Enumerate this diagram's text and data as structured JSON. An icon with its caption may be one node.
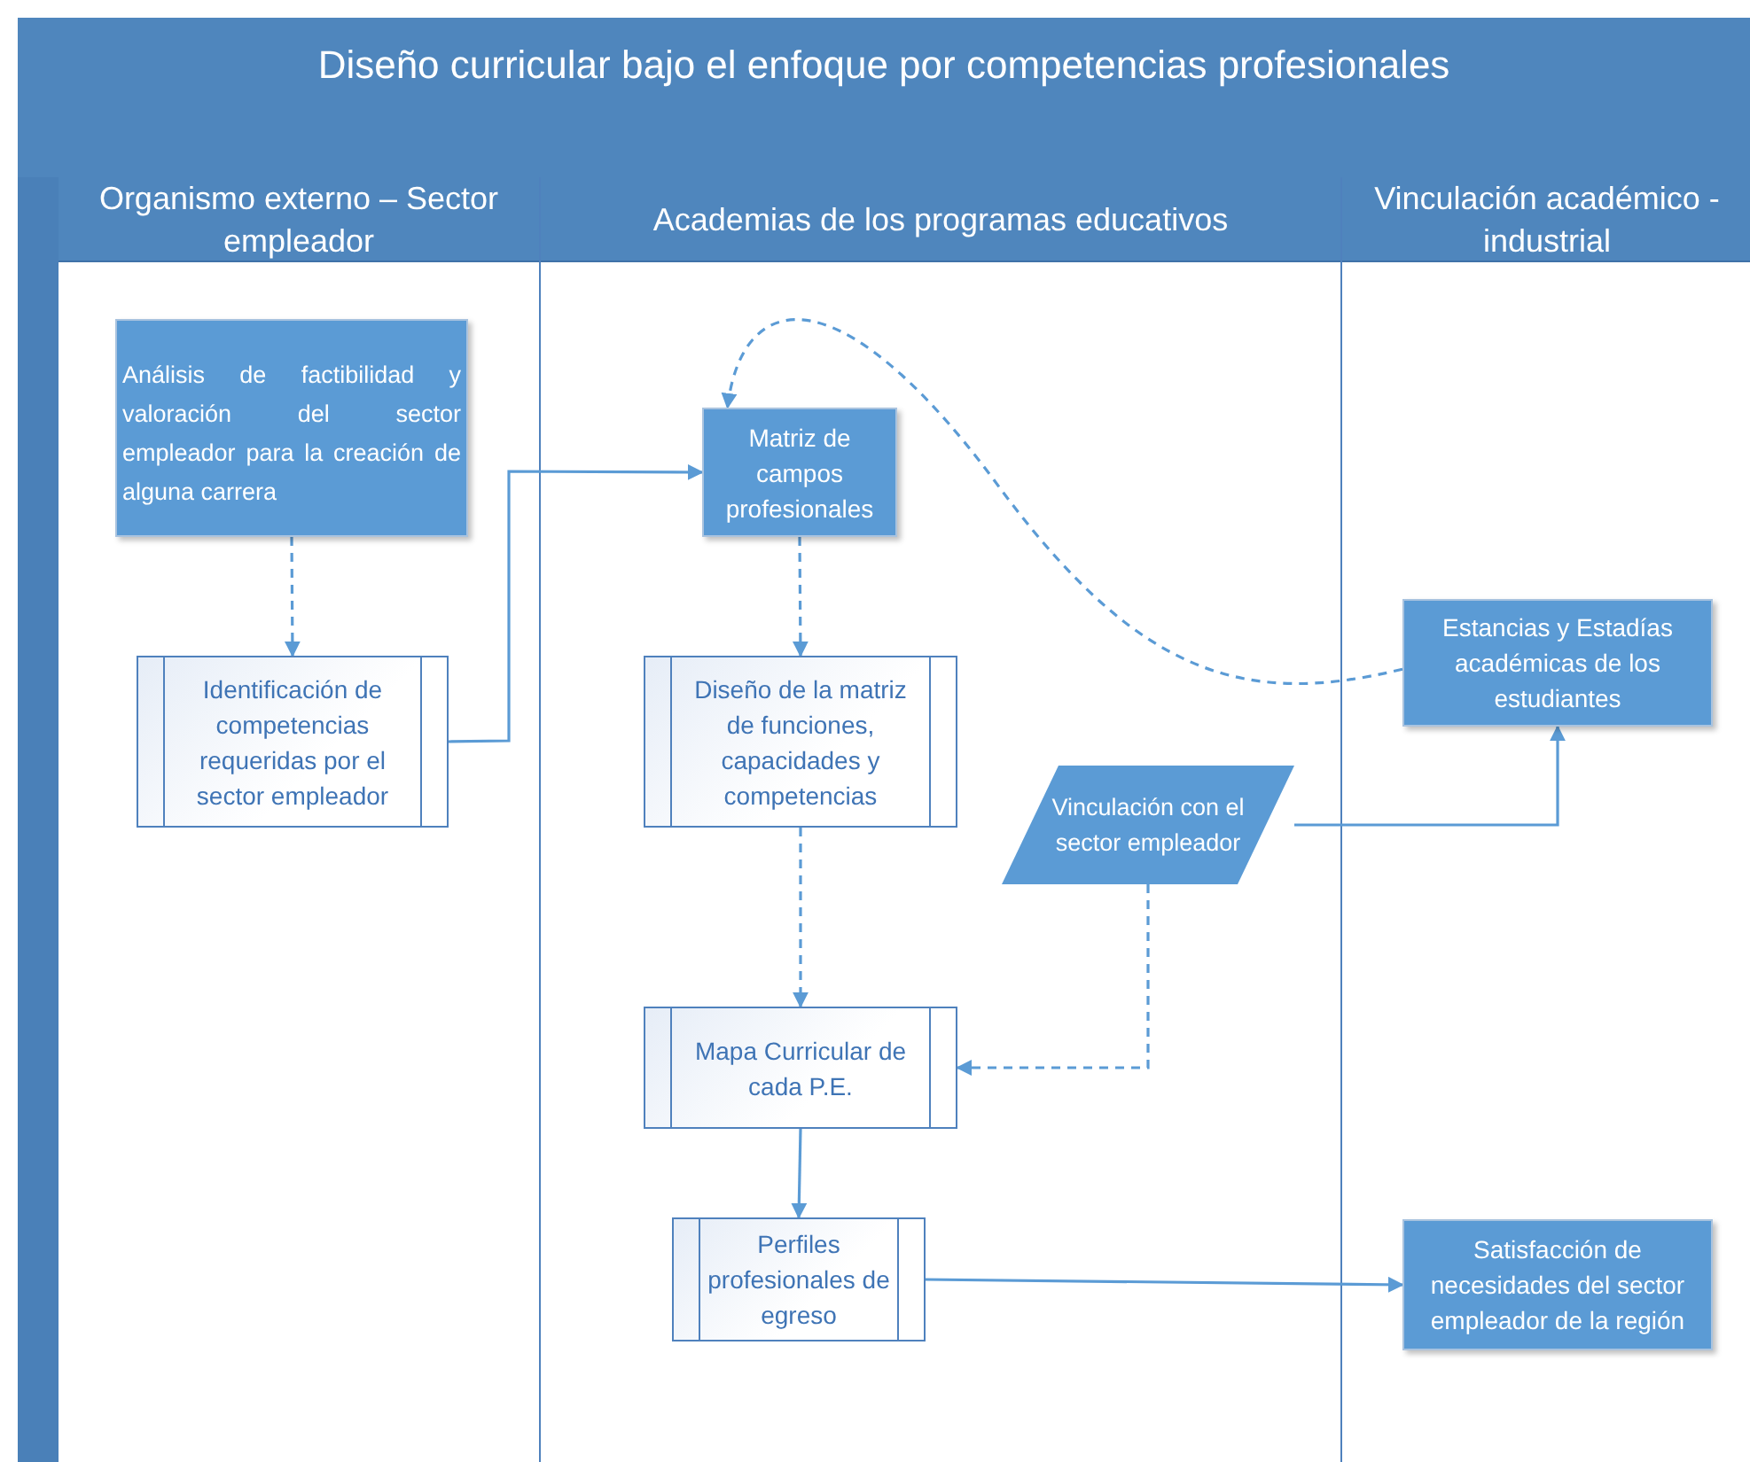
{
  "diagram": {
    "title": "Diseño curricular bajo el enfoque por competencias profesionales",
    "nodes": [
      {
        "text": [
          "Organismo externo – Sector empleador"
        ]
      },
      {
        "text": [
          "Academias de los programas educativos"
        ]
      },
      {
        "text": [
          "Vinculación académico - industrial"
        ]
      },
      {
        "text": [
          "Análisis de factibilidad y valoración del sector empleador para la creación de alguna carrera"
        ],
        "in": 0
      },
      {
        "text": [
          "Identificación de competencias requeridas por el sector empleador"
        ],
        "in": 0
      },
      {
        "text": [
          "Matriz de campos profesionales"
        ],
        "in": 1
      },
      {
        "text": [
          "Diseño de la matriz de funciones, capacidades y competencias"
        ],
        "in": 1
      },
      {
        "text": [
          "Vinculación con el sector empleador"
        ],
        "in": 1
      },
      {
        "text": [
          "Mapa Curricular de cada P.E."
        ],
        "in": 1
      },
      {
        "text": [
          "Perfiles profesionales de egreso"
        ],
        "in": 1
      },
      {
        "text": [
          "Estancias y Estadías académicas de los estudiantes"
        ],
        "in": 2
      },
      {
        "text": [
          "Satisfacción de necesidades del sector empleador de la región"
        ],
        "in": 2
      }
    ],
    "edges": [
      {
        "from": 3,
        "to": 4,
        "arrow": "to",
        "style": "dashed"
      },
      {
        "from": 4,
        "to": 5,
        "arrow": "to"
      },
      {
        "from": 10,
        "to": 5,
        "arrow": "to",
        "style": "dashed"
      },
      {
        "from": 5,
        "to": 6,
        "arrow": "to",
        "style": "dashed"
      },
      {
        "from": 6,
        "to": 8,
        "arrow": "to",
        "style": "dashed"
      },
      {
        "from": 7,
        "to": 10,
        "arrow": "to"
      },
      {
        "from": 7,
        "to": 8,
        "arrow": "to",
        "style": "dashed"
      },
      {
        "from": 8,
        "to": 9,
        "arrow": "to"
      },
      {
        "from": 9,
        "to": 11,
        "arrow": "to"
      }
    ]
  }
}
